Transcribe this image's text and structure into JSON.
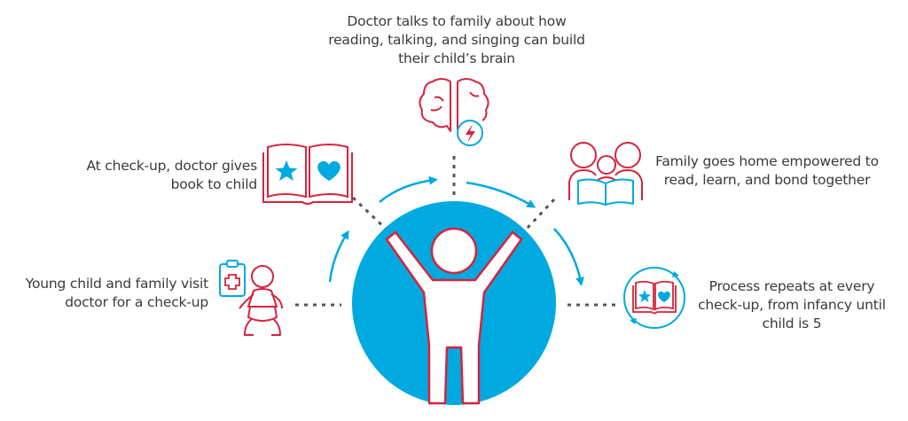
{
  "steps": {
    "doctor_talks": "Doctor talks to family about how reading, talking, and singing can build their child’s brain",
    "book_given": "At check-up, doctor gives book to child",
    "visit": "Young child and family visit doctor for a check-up",
    "family_home": "Family goes home empowered to read, learn, and bond together",
    "repeat": "Process repeats at every check-up, from infancy until child is 5"
  },
  "colors": {
    "accent_blue": "#00a9e0",
    "accent_red": "#d7233c",
    "text": "#3a3a3a",
    "dots": "#555555"
  },
  "icons": [
    "brain-icon",
    "open-book-icon",
    "baby-icon",
    "clipboard-icon",
    "family-reading-icon",
    "repeat-book-icon",
    "child-figure-icon"
  ]
}
